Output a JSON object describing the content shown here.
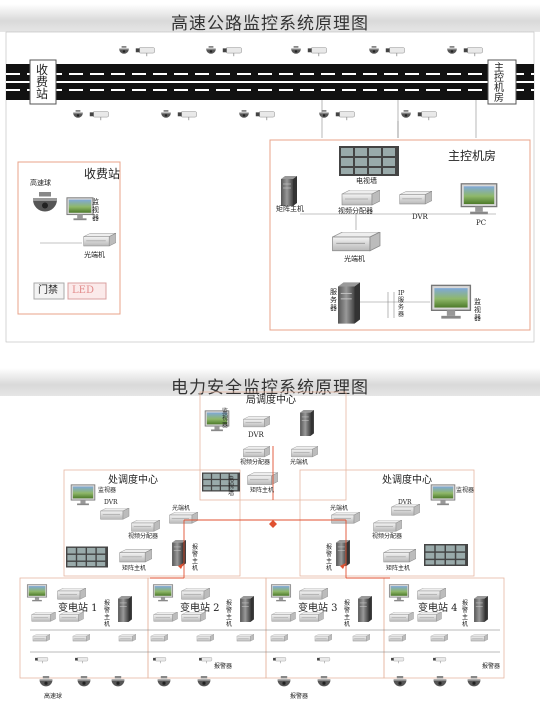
{
  "colors": {
    "road": "#111111",
    "lane": "#ffffff",
    "box_border": "#e8a38a",
    "fiber": "#e05030",
    "link": "#666666"
  },
  "highway": {
    "title": "高速公路监控系统原理图",
    "toll_station_left": "收费站",
    "control_room_right": "主控机房",
    "toll_box": {
      "title": "收费站",
      "dome": "高速球",
      "monitor": "监视器",
      "optical": "光端机",
      "door": "门禁",
      "led": "LED"
    },
    "control_box": {
      "title": "主控机房",
      "tv_wall": "电视墙",
      "matrix": "矩阵主机",
      "splitter": "视频分配器",
      "dvr": "DVR",
      "pc": "PC",
      "optical": "光端机",
      "server": "服务器",
      "ip_server": "IP服务器",
      "monitor": "监视器"
    }
  },
  "power": {
    "title": "电力安全监控系统原理图",
    "bureau": {
      "title": "局调度中心",
      "monitor": "监视器",
      "dvr": "DVR",
      "splitter": "视频分配器",
      "optical": "光端机",
      "matrix": "矩阵主机",
      "wall": "电视墙"
    },
    "dispatch_left": {
      "title": "处调度中心",
      "monitor": "监视器",
      "dvr": "DVR",
      "splitter": "视频分配器",
      "optical": "光端机",
      "alarm": "报警主机",
      "matrix": "矩阵主机"
    },
    "dispatch_right": {
      "title": "处调度中心",
      "monitor": "监视器",
      "dvr": "DVR",
      "splitter": "视频分配器",
      "optical": "光端机",
      "alarm": "报警主机",
      "matrix": "矩阵主机"
    },
    "substations": [
      {
        "name": "变电站 1",
        "alarm": "报警主机"
      },
      {
        "name": "变电站 2",
        "alarm": "报警主机"
      },
      {
        "name": "变电站 3",
        "alarm": "报警主机"
      },
      {
        "name": "变电站 4",
        "alarm": "报警主机"
      }
    ],
    "dome_label": "高速球",
    "alarm_label": "报警器"
  }
}
